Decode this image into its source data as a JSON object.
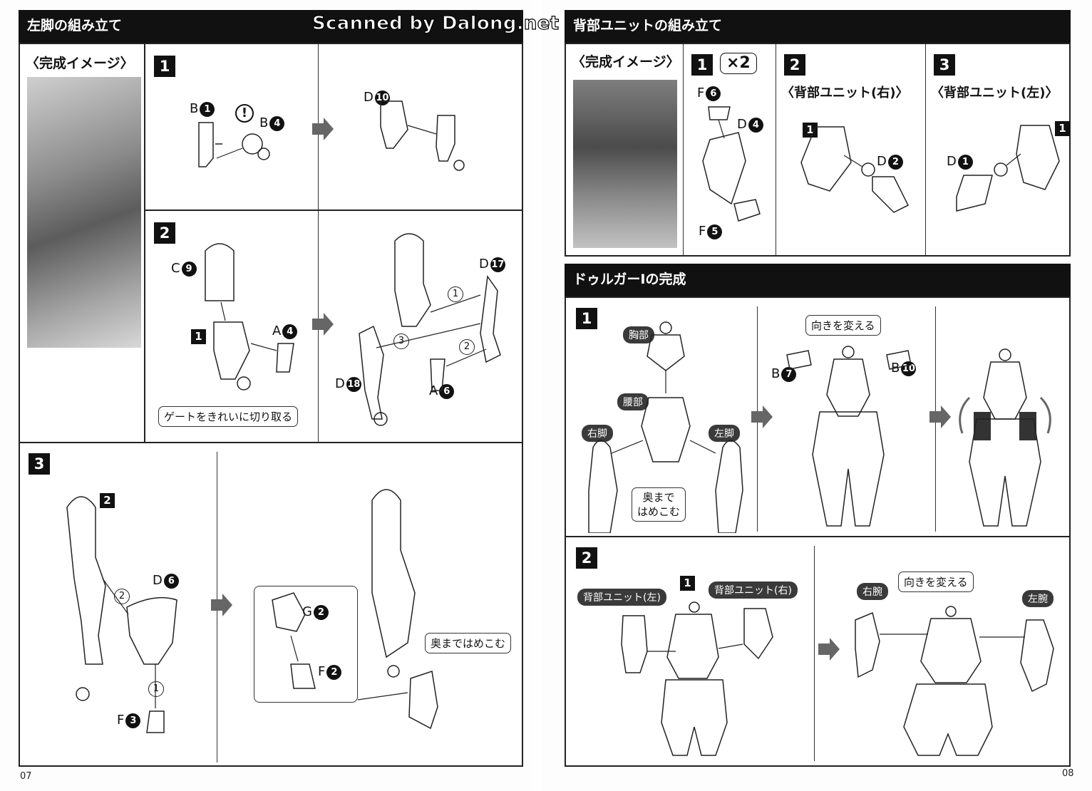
{
  "watermark": "Scanned by Dalong.net",
  "left_page": {
    "header": "左脚の組み立て",
    "page_number": "07",
    "image_section": "〈完成イメージ〉",
    "step1": {
      "no": "1",
      "parts": {
        "b1": "B",
        "b1n": "1",
        "warn": "!",
        "b4": "B",
        "b4n": "4",
        "d10": "D",
        "d10n": "10"
      }
    },
    "step2": {
      "no": "2",
      "parts": {
        "c9": "C",
        "c9n": "9",
        "ref": "1",
        "a4": "A",
        "a4n": "4",
        "gate": "ゲートをきれいに切り取る",
        "d17": "D",
        "d17n": "17",
        "d18": "D",
        "d18n": "18",
        "a6": "A",
        "a6n": "6",
        "o1": "1",
        "o2": "2",
        "o3": "3"
      }
    },
    "step3": {
      "no": "3",
      "parts": {
        "ref": "2",
        "d6": "D",
        "d6n": "6",
        "f3": "F",
        "f3n": "3",
        "g2": "G",
        "g2n": "2",
        "f2": "F",
        "f2n": "2",
        "push": "奥まではめこむ",
        "o1": "1",
        "o2": "2"
      }
    }
  },
  "right_page": {
    "header_back": "背部ユニットの組み立て",
    "header_final": "ドゥルガーⅠの完成",
    "page_number": "08",
    "image_section": "〈完成イメージ〉",
    "back_step1": {
      "no": "1",
      "times": "×2",
      "f6": "F",
      "f6n": "6",
      "d4": "D",
      "d4n": "4",
      "f5": "F",
      "f5n": "5"
    },
    "back_step2": {
      "no": "2",
      "title": "〈背部ユニット(右)〉",
      "sub": "1",
      "d2": "D",
      "d2n": "2"
    },
    "back_step3": {
      "no": "3",
      "title": "〈背部ユニット(左)〉",
      "sub": "1",
      "d1": "D",
      "d1n": "1"
    },
    "final_step1": {
      "no": "1",
      "chest": "胸部",
      "waist": "腰部",
      "rleg": "右脚",
      "lleg": "左脚",
      "push": "奥まで\nはめこむ",
      "turn": "向きを変える",
      "b7": "B",
      "b7n": "7",
      "b10": "B",
      "b10n": "10"
    },
    "final_step2": {
      "no": "2",
      "ref": "1",
      "back_l": "背部ユニット(左)",
      "back_r": "背部ユニット(右)",
      "rarm": "右腕",
      "larm": "左腕",
      "turn": "向きを変える"
    }
  },
  "colors": {
    "header_bg": "#111111",
    "badge": "#111111",
    "pill": "#3a3a3a",
    "arrow": "#555555"
  }
}
